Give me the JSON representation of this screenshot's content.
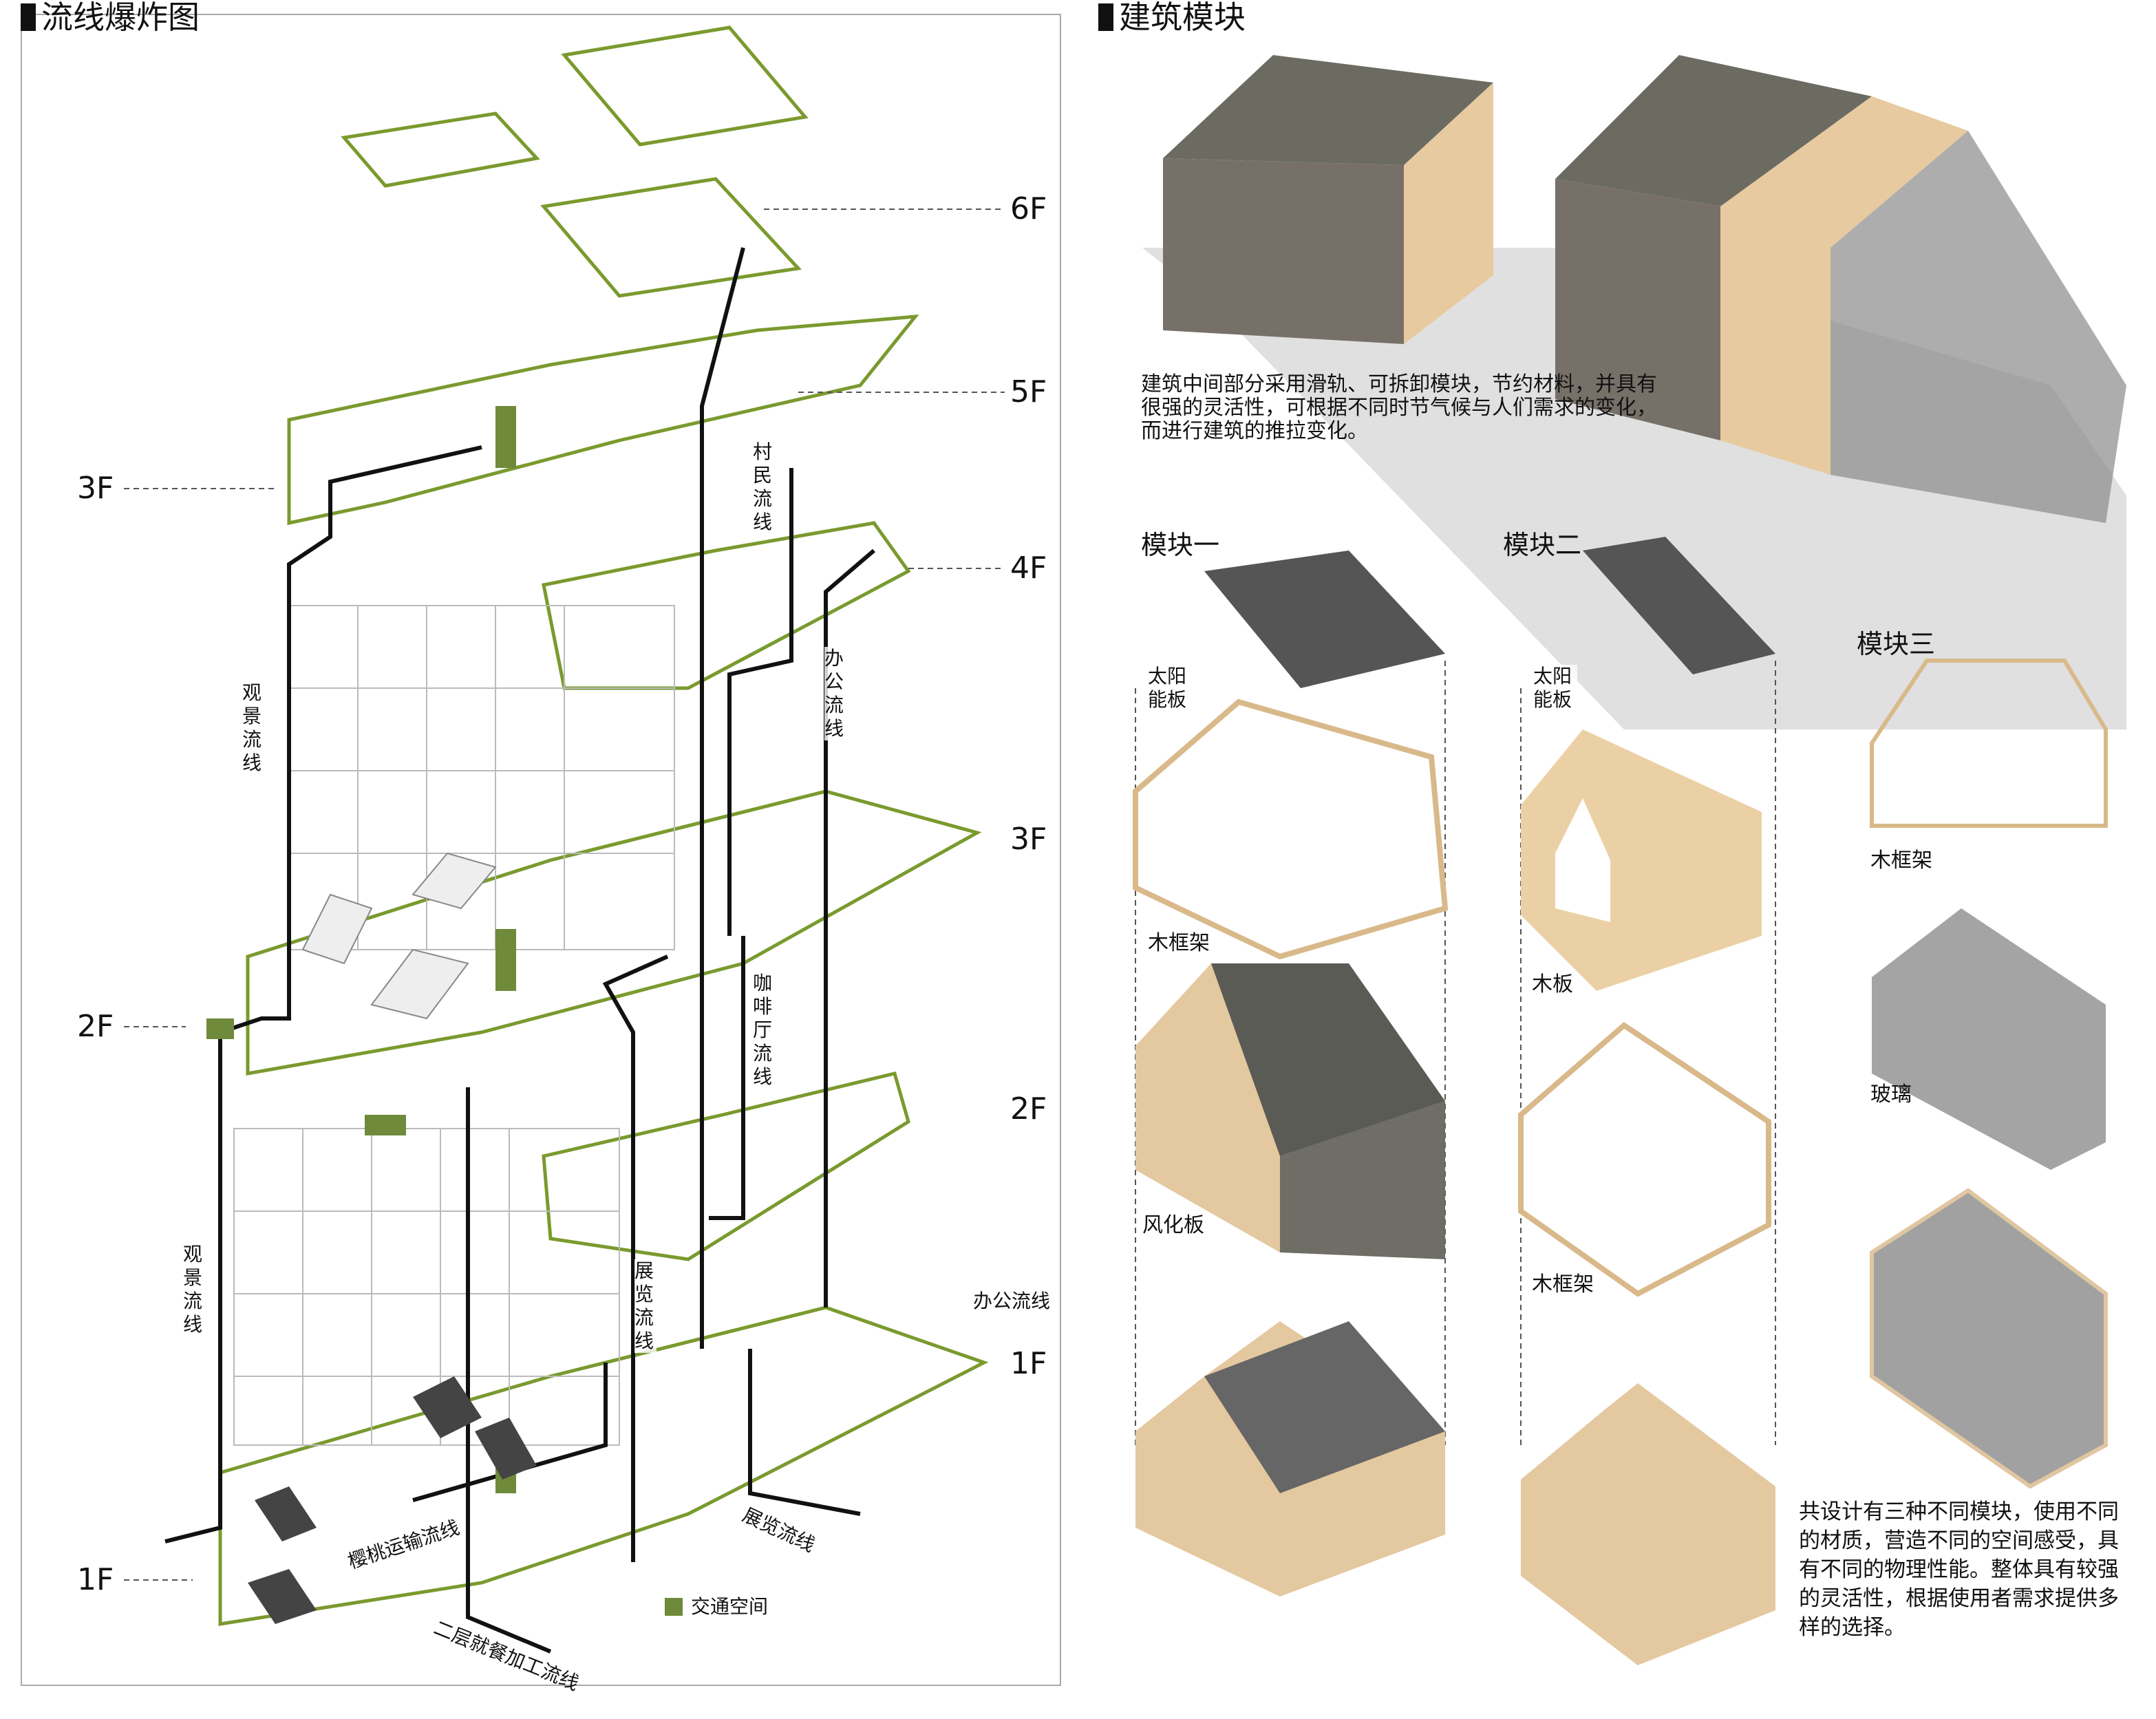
{
  "left_panel": {
    "title": "流线爆炸图",
    "floor_labels": {
      "f6": "6F",
      "f5": "5F",
      "f3_left": "3F",
      "f4": "4F",
      "f3_right": "3F",
      "f2_left": "2F",
      "f2_right": "2F",
      "f1_right": "1F",
      "f1_left": "1F"
    },
    "flow_labels": {
      "villager": "村民流线",
      "view_upper": "观景流线",
      "office_vertical": "办公流线",
      "cafe": "咖啡厅流线",
      "view_lower": "观景流线",
      "exhibition_vertical": "展览流线",
      "office_horizontal": "办公流线",
      "cherry": "樱桃运输流线",
      "exhibition_diag": "展览流线",
      "dining": "二层就餐加工流线"
    },
    "legend": {
      "label": "交通空间",
      "color": "#6f8a3a"
    }
  },
  "right_panel": {
    "title": "建筑模块",
    "intro": "建筑中间部分采用滑轨、可拆卸模块，节约材料，并具有很强的灵活性，可根据不同时节气候与人们需求的变化，而进行建筑的推拉变化。",
    "modules": [
      {
        "name": "模块一",
        "parts": [
          "太阳能板",
          "木框架",
          "风化板"
        ]
      },
      {
        "name": "模块二",
        "parts": [
          "太阳能板",
          "木板",
          "木框架"
        ]
      },
      {
        "name": "模块三",
        "parts": [
          "木框架",
          "玻璃"
        ]
      }
    ],
    "summary": "共设计有三种不同模块，使用不同的材质，营造不同的空间感受，具有不同的物理性能。整体具有较强的灵活性，根据使用者需求提供多样的选择。"
  }
}
